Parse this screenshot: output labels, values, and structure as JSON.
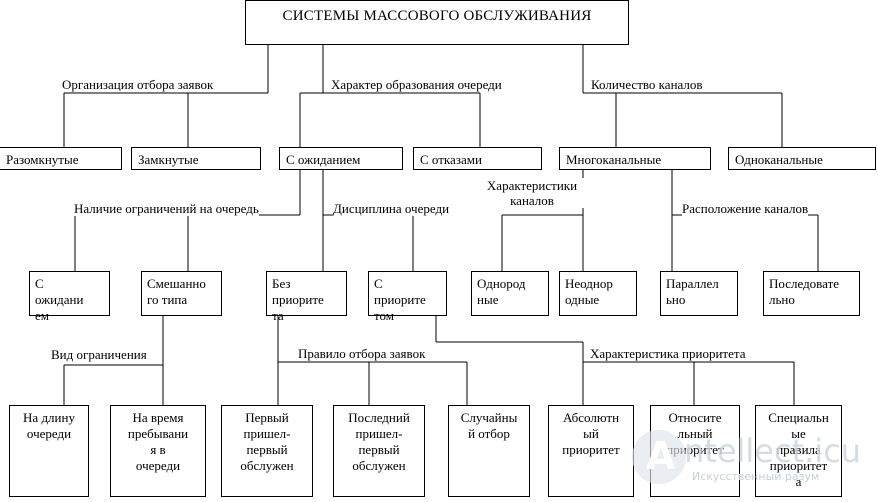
{
  "title": "СИСТЕМЫ МАССОВОГО ОБСЛУЖИВАНИЯ",
  "criteria": {
    "organization": "Организация отбора заявок",
    "queue_character": "Характер образования очереди",
    "channel_count": "Количество каналов",
    "queue_limits": "Наличие ограничений на очередь",
    "queue_discipline": "Дисциплина очереди",
    "channel_characteristics": "Характеристики\nканалов",
    "channel_location": "Расположение каналов",
    "limit_type": "Вид ограничения",
    "selection_rule": "Правило отбора заявок",
    "priority_characteristic": "Характеристика приоритета"
  },
  "nodes": {
    "open": "Разомкнутые",
    "closed": "Замкнутые",
    "with_waiting": "С ожиданием",
    "with_refusals": "С отказами",
    "multi_channel": "Многоканальные",
    "single_channel": "Одноканальные",
    "waiting_limited": "С\nожидани\nем",
    "mixed_type": "Смешанно\nго типа",
    "no_priority": "Без\nприорите\nта",
    "with_priority": "С\nприорите\nтом",
    "homogeneous": "Однород\nные",
    "heterogeneous": "Неоднор\nодные",
    "parallel": "Параллел\nьно",
    "sequential": "Последовате\nльно",
    "queue_length": "На длину\nочереди",
    "stay_time": "На время\nпребывани\nя в\nочереди",
    "fifo": "Первый\nпришел-\nпервый\nобслужен",
    "lifo": "Последний\nпришел-\nпервый\nобслужен",
    "random": "Случайны\nй отбор",
    "absolute_priority": "Абсолютн\nый\nприоритет",
    "relative_priority": "Относите\nльный\nприоритет",
    "special_priority": "Специальн\nые\nправила\nприоритет\nа"
  },
  "watermark": {
    "logo_letter": "A",
    "brand": "ntellect.icu",
    "tagline": "Искусственный разум"
  }
}
